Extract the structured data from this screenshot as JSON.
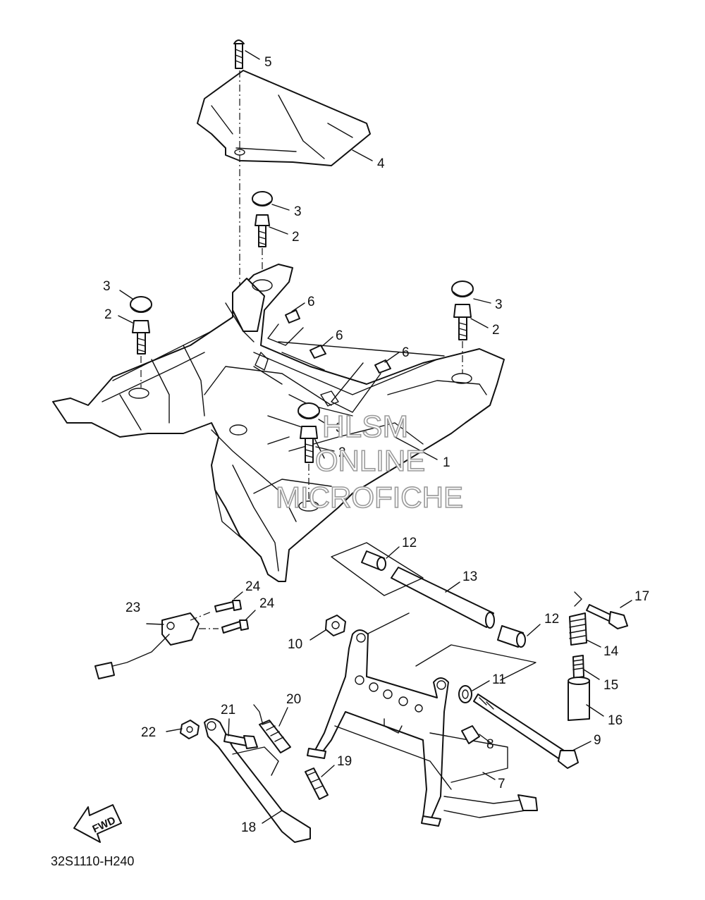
{
  "diagram_code": "32S1110-H240",
  "fwd_label": "FWD",
  "watermark": {
    "line1": "HLSM",
    "line2": "ONLINE",
    "line3": "MICROFICHE"
  },
  "callouts": [
    "1",
    "2",
    "2",
    "2",
    "2",
    "3",
    "3",
    "3",
    "3",
    "4",
    "5",
    "6",
    "6",
    "6",
    "7",
    "8",
    "9",
    "10",
    "11",
    "12",
    "12",
    "13",
    "14",
    "15",
    "16",
    "17",
    "18",
    "19",
    "20",
    "21",
    "22",
    "23",
    "24",
    "24"
  ]
}
